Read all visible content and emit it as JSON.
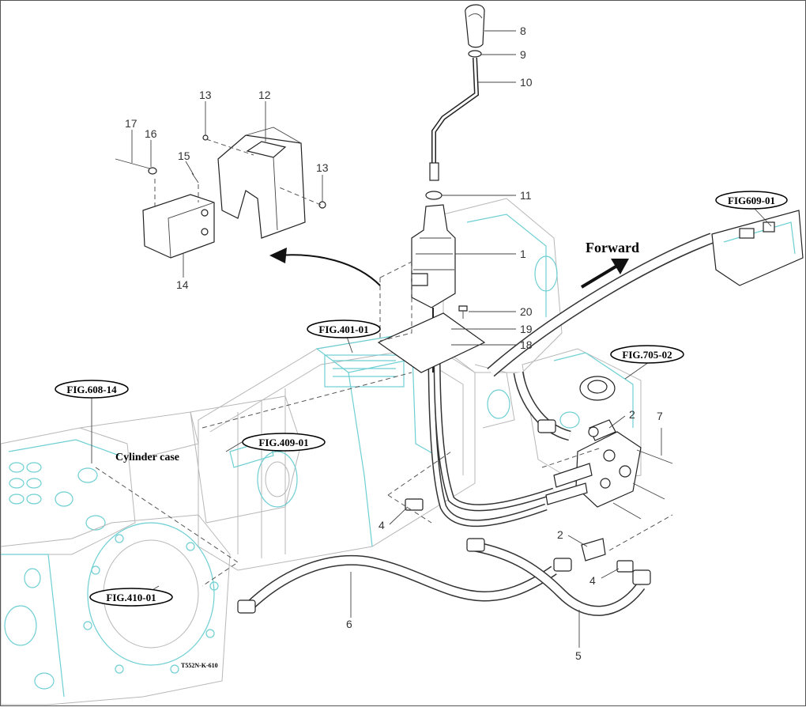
{
  "labels": {
    "forward": "Forward",
    "cylinder_case": "Cylinder case",
    "drawing_code": "T552N-K-610"
  },
  "figure_refs": [
    "FIG609-01",
    "FIG.401-01",
    "FIG.705-02",
    "FIG.608-14",
    "FIG.409-01",
    "FIG.410-01"
  ],
  "part_numbers": [
    "1",
    "2",
    "2",
    "4",
    "4",
    "5",
    "6",
    "7",
    "8",
    "9",
    "10",
    "11",
    "12",
    "13",
    "13",
    "14",
    "15",
    "16",
    "17",
    "18",
    "19",
    "20"
  ]
}
